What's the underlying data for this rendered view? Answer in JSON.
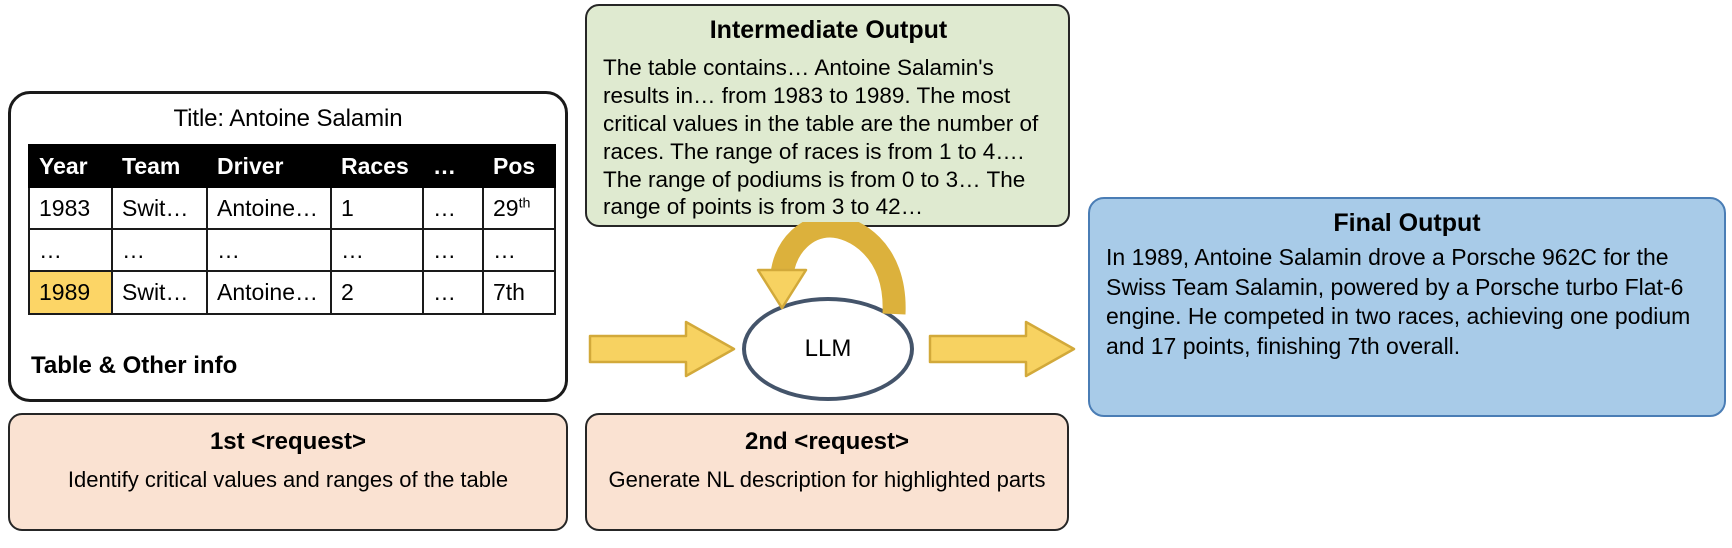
{
  "table_panel": {
    "title": "Title: Antoine Salamin",
    "footer_label": "Table & Other info",
    "columns": [
      "Year",
      "Team",
      "Driver",
      "Races",
      "…",
      "Pos"
    ],
    "rows": [
      {
        "year": "1983",
        "team": "Swit…",
        "driver": "Antoine…",
        "races": "1",
        "dots": "…",
        "pos": "29",
        "pos_sup": "th",
        "highlight": false
      },
      {
        "year": "…",
        "team": "…",
        "driver": "…",
        "races": "…",
        "dots": "…",
        "pos": "…",
        "pos_sup": "",
        "highlight": false
      },
      {
        "year": "1989",
        "team": "Swit…",
        "driver": "Antoine…",
        "races": "2",
        "dots": "…",
        "pos": "7th",
        "pos_sup": "",
        "highlight": true
      }
    ],
    "highlight_color": "#fcd566"
  },
  "request_1": {
    "title": "1st <request>",
    "body": "Identify critical values and ranges of the table"
  },
  "request_2": {
    "title": "2nd <request>",
    "body": "Generate NL description for highlighted parts"
  },
  "intermediate": {
    "title": "Intermediate Output",
    "body": "The table contains… Antoine Salamin's results in… from 1983 to 1989. The most critical values in the table are the number of races. The range of races is from 1 to 4…. The range of podiums is from 0 to 3… The range of points is from 3 to 42…",
    "fill_color": "#dfead0"
  },
  "final": {
    "title": "Final Output",
    "body": "In 1989, Antoine Salamin drove a Porsche 962C for the Swiss Team Salamin, powered by a Porsche turbo Flat-6 engine. He competed in two races, achieving one podium and 17 points, finishing 7th overall.",
    "fill_color": "#a8cbe8"
  },
  "llm": {
    "label": "LLM",
    "border_color": "#44546a"
  },
  "arrows": {
    "color": "#f7d261",
    "stroke": "#d2a93a",
    "loop_color": "#dcb13c"
  }
}
